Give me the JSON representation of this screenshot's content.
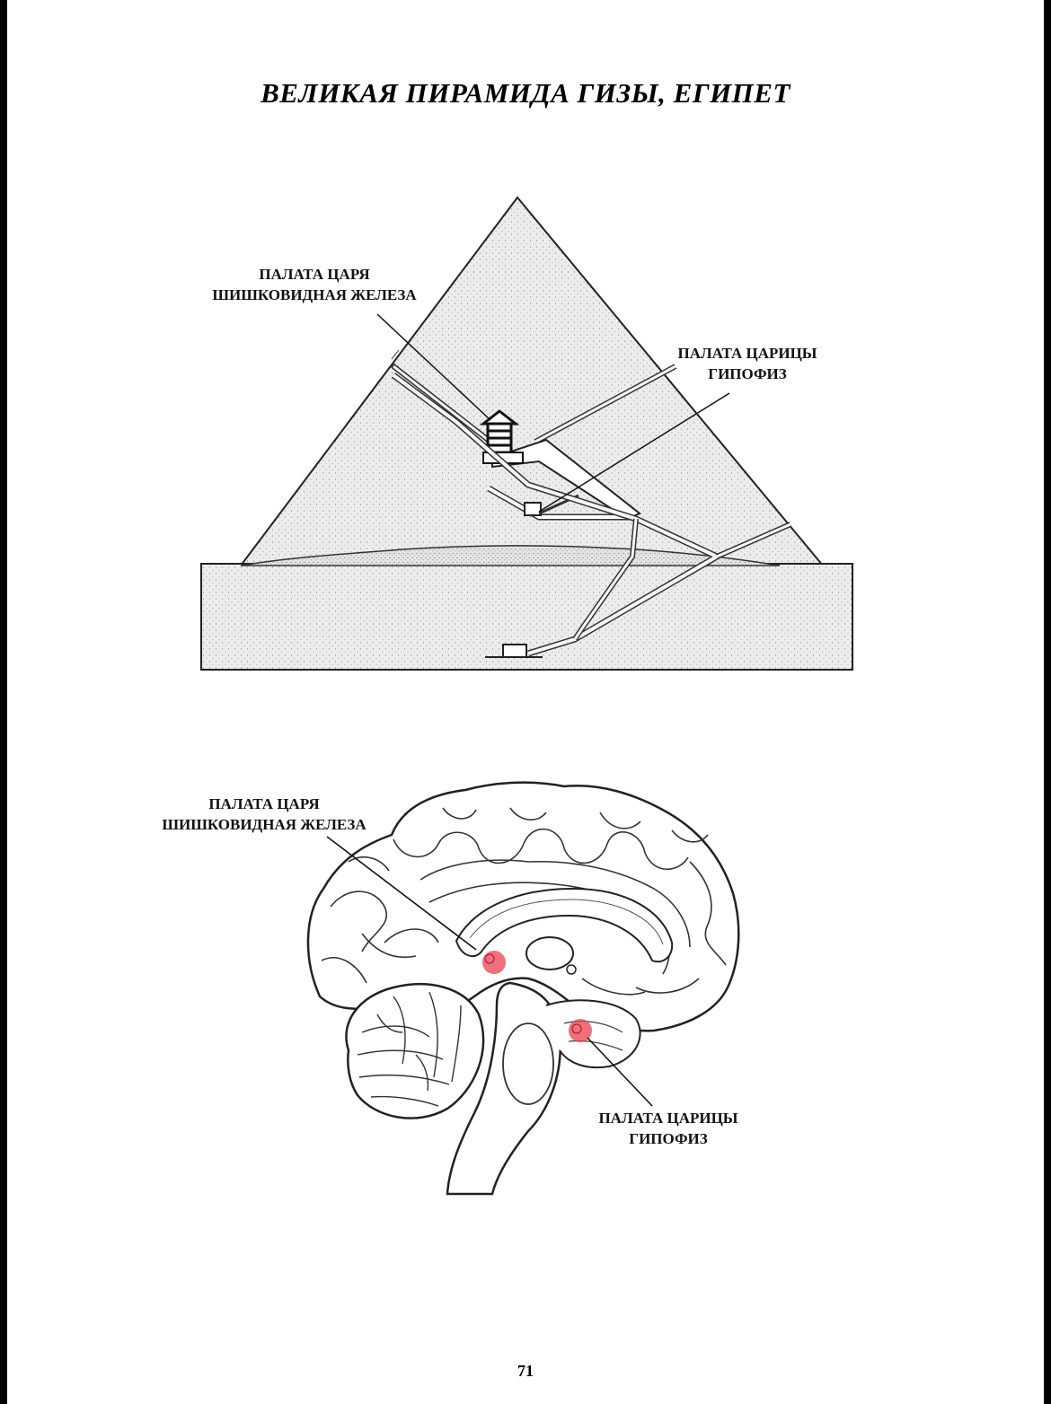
{
  "page": {
    "title": "ВЕЛИКАЯ ПИРАМИДА ГИЗЫ, ЕГИПЕТ",
    "page_number": "71"
  },
  "pyramid_figure": {
    "kings_chamber": {
      "line1": "ПАЛАТА ЦАРЯ",
      "line2": "ШИШКОВИДНАЯ ЖЕЛЕЗА"
    },
    "queens_chamber": {
      "line1": "ПАЛАТА ЦАРИЦЫ",
      "line2": "ГИПОФИЗ"
    }
  },
  "brain_figure": {
    "kings_chamber": {
      "line1": "ПАЛАТА ЦАРЯ",
      "line2": "ШИШКОВИДНАЯ ЖЕЛЕЗА"
    },
    "queens_chamber": {
      "line1": "ПАЛАТА ЦАРИЦЫ",
      "line2": "ГИПОФИЗ"
    }
  },
  "colors": {
    "page_background": "#ffffff",
    "frame": "#000000",
    "stipple_fill": "#e9e9e9",
    "highlight": "#e8404f"
  }
}
